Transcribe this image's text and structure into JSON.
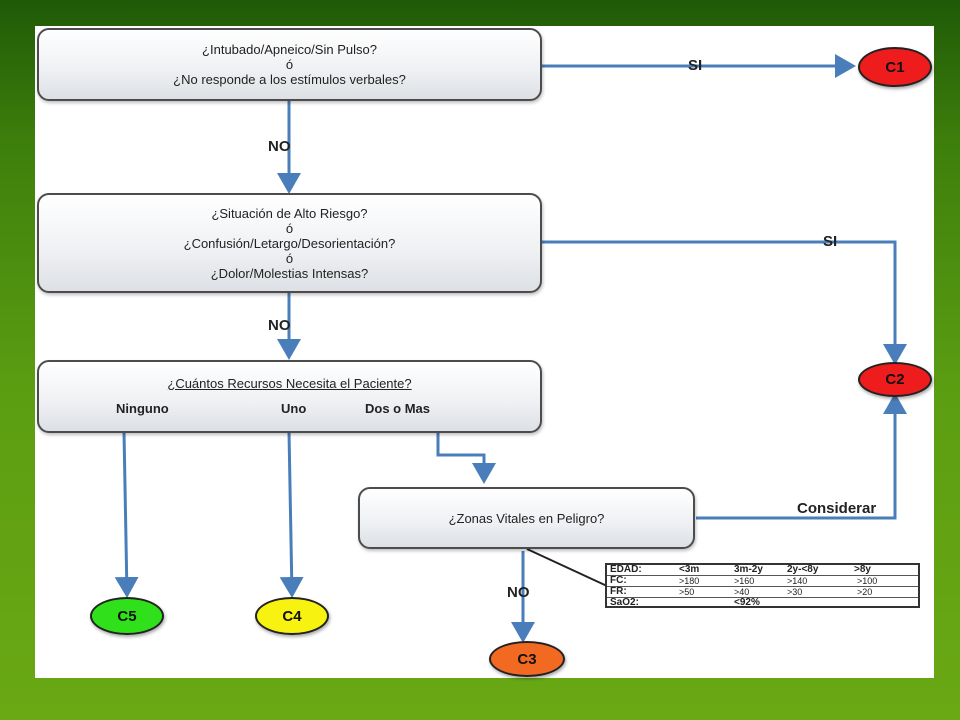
{
  "q1": {
    "line1": "¿Intubado/Apneico/Sin Pulso?",
    "line2": "ó",
    "line3": "¿No responde a los estímulos verbales?"
  },
  "q2": {
    "line1": "¿Situación de Alto Riesgo?",
    "line2": "ó",
    "line3": "¿Confusión/Letargo/Desorientación?",
    "line4": "ó",
    "line5": "¿Dolor/Molestias Intensas?"
  },
  "q3": {
    "title": "¿Cuántos Recursos Necesita el Paciente?",
    "options": [
      "Ninguno",
      "Uno",
      "Dos o Mas"
    ]
  },
  "q4": {
    "text": "¿Zonas Vitales en Peligro?"
  },
  "labels": {
    "si1": "SI",
    "si2": "SI",
    "no1": "NO",
    "no2": "NO",
    "no3": "NO",
    "considerar": "Considerar"
  },
  "outcomes": {
    "c1": {
      "label": "C1",
      "color": "#ee1c1c"
    },
    "c2": {
      "label": "C2",
      "color": "#ee1c1c"
    },
    "c3": {
      "label": "C3",
      "color": "#f26a21"
    },
    "c4": {
      "label": "C4",
      "color": "#f7f20f"
    },
    "c5": {
      "label": "C5",
      "color": "#2fe01a"
    }
  },
  "vitals": {
    "edad": [
      "EDAD:",
      "<3m",
      "3m-2y",
      "2y-<8y",
      ">8y"
    ],
    "fc": [
      "FC:",
      ">180",
      ">160",
      ">140",
      ">100"
    ],
    "fr": [
      "FR:",
      ">50",
      ">40",
      ">30",
      ">20"
    ],
    "sao2": [
      "SaO2:",
      "<92%"
    ]
  },
  "colors": {
    "arrow": "#4a7ebb",
    "box_border": "#4c4c4c"
  }
}
